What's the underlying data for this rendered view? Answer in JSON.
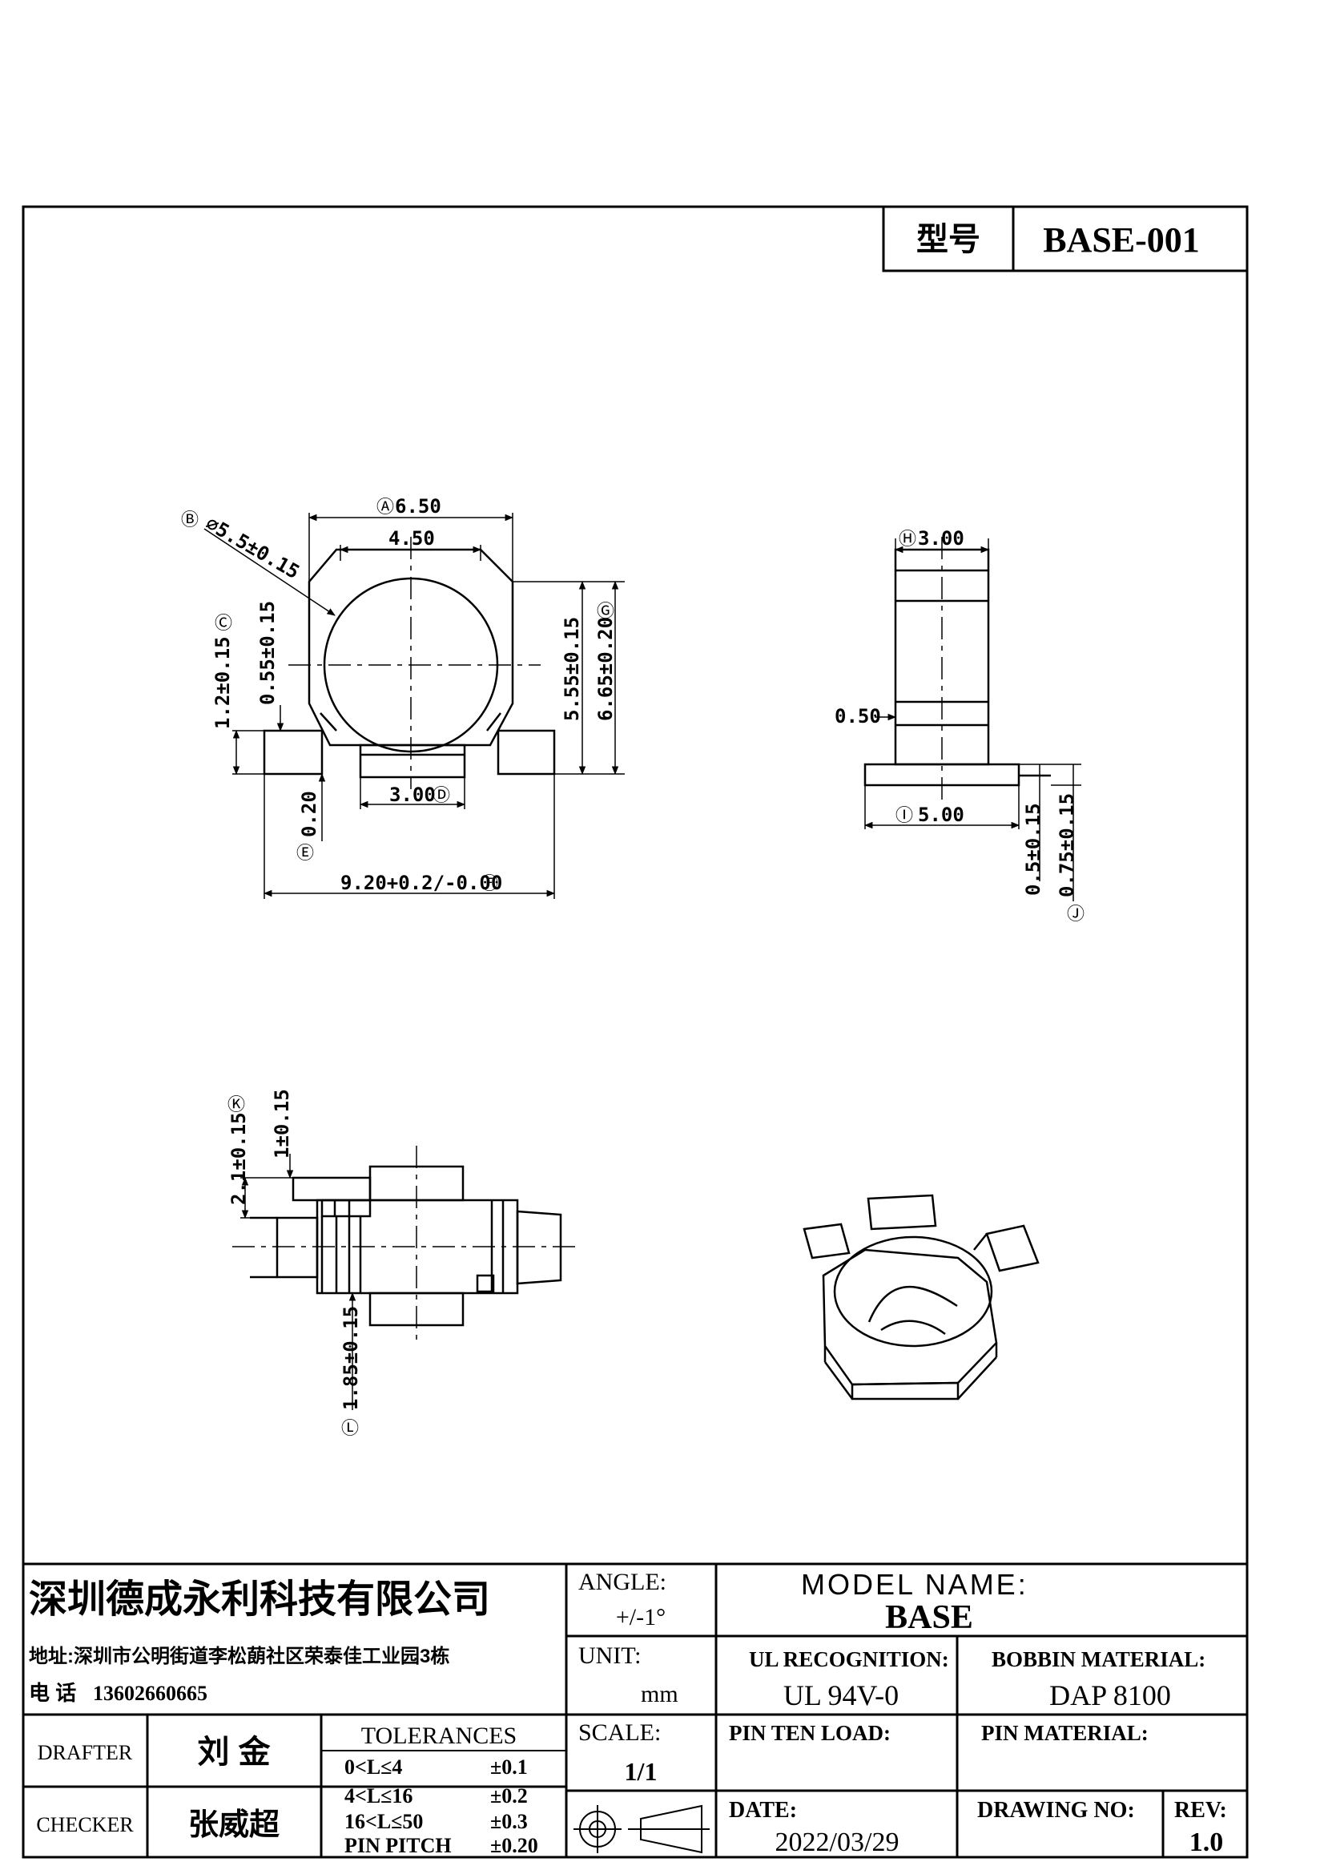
{
  "header": {
    "model_label": "型号",
    "model_value": "BASE-001"
  },
  "top_view": {
    "dim_a": "6.50",
    "dim_a_label": "Ⓐ",
    "dim_inner": "4.50",
    "dim_b": "⌀5.5±0.15",
    "dim_b_label": "Ⓑ",
    "dim_c_label": "Ⓒ",
    "dim_c1": "1.2±0.15",
    "dim_c2": "0.55±0.15",
    "dim_g_label": "Ⓖ",
    "dim_g1": "5.55±0.15",
    "dim_g2": "6.65±0.20",
    "dim_d": "3.00",
    "dim_d_label": "Ⓓ",
    "dim_e": "0.20",
    "dim_e_label": "Ⓔ",
    "dim_f": "9.20+0.2/-0.00",
    "dim_f_label": "Ⓕ"
  },
  "side_view": {
    "dim_h_label": "Ⓗ",
    "dim_h": "3.00",
    "dim_050": "0.50",
    "dim_i_label": "Ⓘ",
    "dim_i": "5.00",
    "dim_j1": "0.5±0.15",
    "dim_j2": "0.75±0.15",
    "dim_j_label": "Ⓙ"
  },
  "front_view": {
    "dim_k_label": "Ⓚ",
    "dim_k1": "2.1±0.15",
    "dim_k2": "1±0.15",
    "dim_l": "1.85±0.15",
    "dim_l_label": "Ⓛ"
  },
  "title_block": {
    "company": "深圳德成永利科技有限公司",
    "address": "地址:深圳市公明街道李松蓢社区荣泰佳工业园3栋",
    "phone_label": "电 话",
    "phone": "13602660665",
    "angle_label": "ANGLE:",
    "angle_value": "+/-1°",
    "unit_label": "UNIT:",
    "unit_value": "mm",
    "scale_label": "SCALE:",
    "scale_value": "1/1",
    "model_name_label": "MODEL NAME:",
    "model_name_value": "BASE",
    "ul_label": "UL RECOGNITION:",
    "ul_value": "UL 94V-0",
    "bobbin_label": "BOBBIN MATERIAL:",
    "bobbin_value": "DAP 8100",
    "pin_load_label": "PIN TEN LOAD:",
    "pin_material_label": "PIN MATERIAL:",
    "drafter_label": "DRAFTER",
    "drafter_value": "刘 金",
    "checker_label": "CHECKER",
    "checker_value": "张威超",
    "tolerances_label": "TOLERANCES",
    "tolerances": [
      {
        "range": "0<L≤4",
        "tol": "±0.1"
      },
      {
        "range": "4<L≤16",
        "tol": "±0.2"
      },
      {
        "range": "16<L≤50",
        "tol": "±0.3"
      },
      {
        "range": "PIN PITCH",
        "tol": "±0.20"
      }
    ],
    "date_label": "DATE:",
    "date_value": "2022/03/29",
    "drawing_no_label": "DRAWING NO:",
    "rev_label": "REV:",
    "rev_value": "1.0"
  }
}
